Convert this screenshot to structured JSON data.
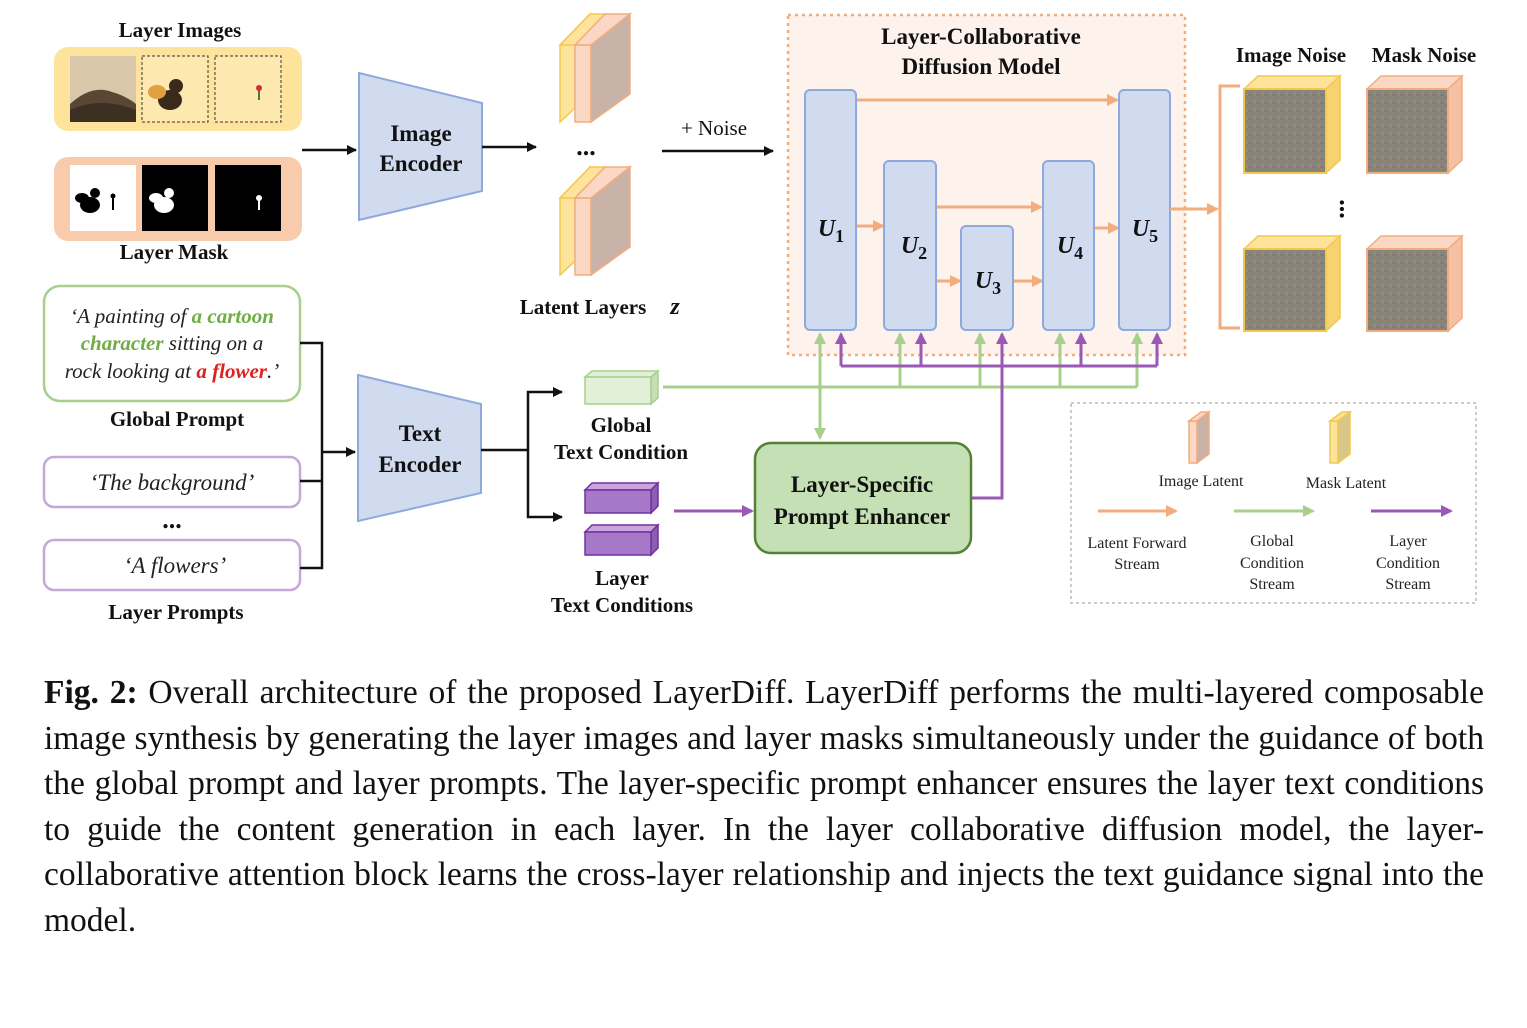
{
  "layer_images_label": "Layer Images",
  "layer_mask_label": "Layer Mask",
  "image_encoder": [
    "Image",
    "Encoder"
  ],
  "text_encoder": [
    "Text",
    "Encoder"
  ],
  "ellipsis": "...",
  "noise_label": "+ Noise",
  "latent_layers_label": "Latent Layers",
  "latent_symbol": "z",
  "diffusion_title": [
    "Layer-Collaborative",
    "Diffusion Model"
  ],
  "unet_blocks": [
    {
      "base": "U",
      "sub": "1"
    },
    {
      "base": "U",
      "sub": "2"
    },
    {
      "base": "U",
      "sub": "3"
    },
    {
      "base": "U",
      "sub": "4"
    },
    {
      "base": "U",
      "sub": "5"
    }
  ],
  "image_noise_label": "Image Noise",
  "mask_noise_label": "Mask Noise",
  "global_prompt": {
    "line1_a": "‘A  painting of ",
    "line1_b": "a cartoon",
    "line2_a": "character",
    "line2_b": " sitting on a",
    "line3_a": "rock looking at ",
    "line3_b": "a flower",
    "line3_c": ".’",
    "label": "Global Prompt"
  },
  "layer_prompts": [
    "‘The background’",
    "‘A  flowers’"
  ],
  "layer_prompts_label": "Layer Prompts",
  "global_text_condition": [
    "Global",
    "Text Condition"
  ],
  "layer_text_conditions": [
    "Layer",
    "Text Conditions"
  ],
  "enhancer": [
    "Layer-Specific",
    "Prompt Enhancer"
  ],
  "legend": {
    "image_latent": "Image Latent",
    "mask_latent": "Mask Latent",
    "latent_stream": [
      "Latent Forward",
      "Stream"
    ],
    "global_stream": [
      "Global",
      "Condition",
      "Stream"
    ],
    "layer_stream": [
      "Layer",
      "Condition",
      "Stream"
    ]
  },
  "colors": {
    "orange": "#f2ad7e",
    "green": "#a8d08d",
    "purple": "#9b59b6",
    "blue_fill": "#d0dbf0",
    "blue_stroke": "#8ea9db",
    "green_fill": "#c5e0b4",
    "green_stroke": "#548235",
    "prompt_green": "#70ad47",
    "prompt_red": "#e02020"
  },
  "caption": {
    "label": "Fig. 2:",
    "text": " Overall architecture of the proposed LayerDiff. LayerDiff performs the multi-layered composable image synthesis by generating the layer images and layer masks simultaneously under the guidance of both the global prompt and layer prompts. The layer-specific prompt enhancer ensures the layer text conditions to guide the content generation in each layer. In the layer collaborative diffusion model, the layer-collaborative attention block learns the cross-layer relationship and injects the text guidance signal into the model."
  }
}
